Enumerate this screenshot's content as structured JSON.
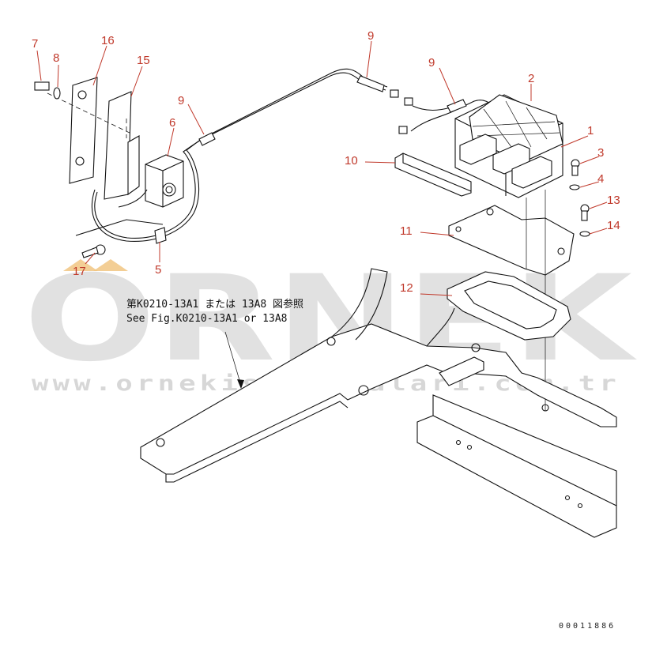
{
  "callouts": {
    "c1": "1",
    "c2": "2",
    "c3": "3",
    "c4": "4",
    "c5": "5",
    "c6": "6",
    "c7": "7",
    "c8": "8",
    "c9a": "9",
    "c9b": "9",
    "c9c": "9",
    "c10": "10",
    "c11": "11",
    "c12": "12",
    "c13": "13",
    "c14": "14",
    "c15": "15",
    "c16": "16",
    "c17": "17"
  },
  "reference_note": {
    "line1": "第K0210-13A1 または 13A8 図参照",
    "line2": "See Fig.K0210-13A1 or 13A8"
  },
  "watermark": {
    "brand": "ORNEK",
    "url": "www.ornekismakinalari.com.tr"
  },
  "drawing_code": "00011886",
  "colors": {
    "callout": "#c0392b",
    "line": "#111111",
    "watermark": "#c9c9c9"
  }
}
